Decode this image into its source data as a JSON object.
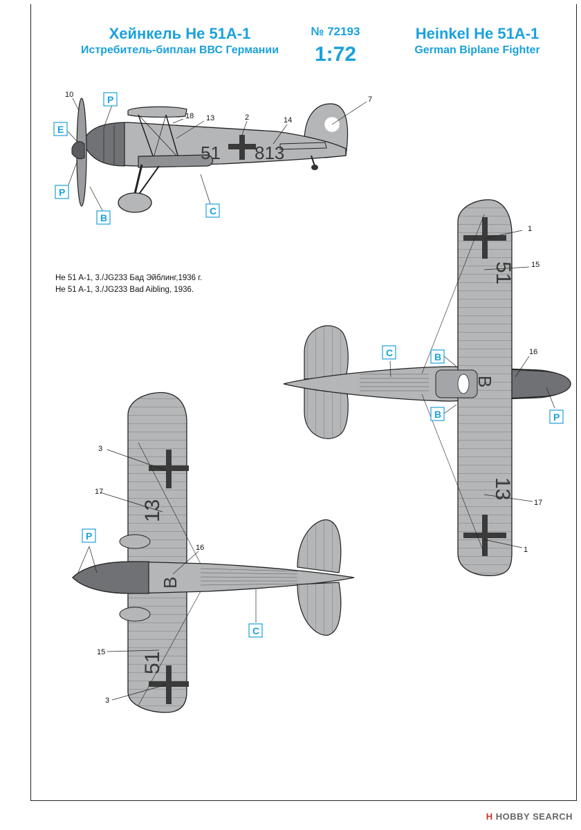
{
  "header": {
    "title_ru": "Хейнкель Не 51А-1",
    "subtitle_ru": "Истребитель-биплан ВВС Германии",
    "kit_number": "№ 72193",
    "scale": "1:72",
    "title_en": "Heinkel He 51A-1",
    "subtitle_en": "German Biplane Fighter"
  },
  "caption": {
    "line_ru": "He 51 A-1, 3./JG233 Бад Эйблинг,1936 г.",
    "line_en": "He 51 A-1, 3./JG233 Bad Aibling, 1936."
  },
  "paint_codes": {
    "E": "E",
    "P": "P",
    "B": "B",
    "C": "C"
  },
  "callouts": {
    "n1": "1",
    "n2": "2",
    "n3": "3",
    "n7": "7",
    "n10": "10",
    "n13": "13",
    "n14": "14",
    "n15": "15",
    "n16": "16",
    "n17": "17",
    "n18": "18"
  },
  "markings": {
    "side_code_left": "51",
    "side_code_right": "813",
    "wing_code_a": "51",
    "wing_code_b": "13",
    "fuselage_letter": "B"
  },
  "footer": {
    "logo": "H",
    "text": "HOBBY SEARCH"
  },
  "colors": {
    "accent": "#1ba1dd",
    "aircraft_grey": "#b4b6b8",
    "dark_grey": "#6f7174",
    "marking": "#3a3a3a"
  }
}
